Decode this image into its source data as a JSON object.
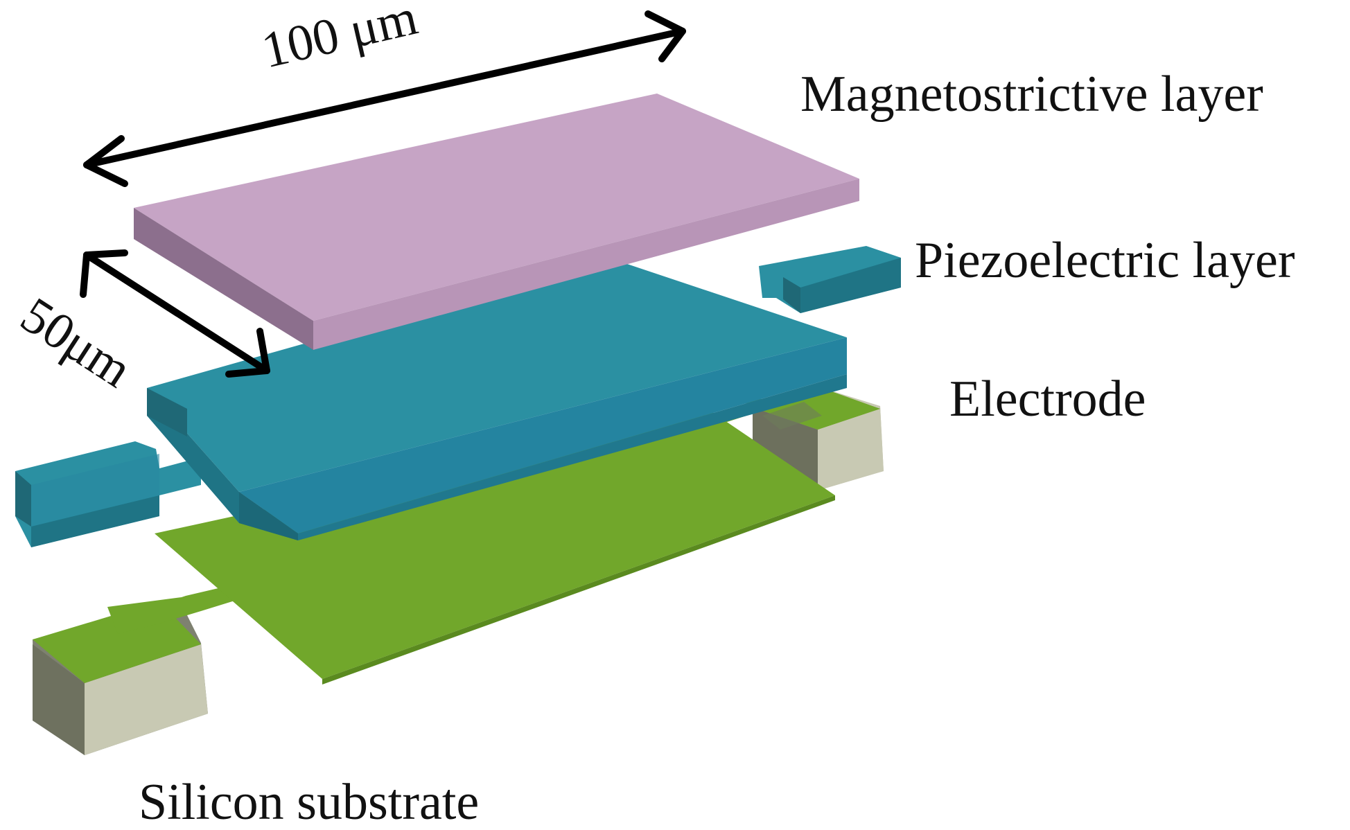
{
  "dimensions": {
    "length_label": "100 μm",
    "width_label": "50μm"
  },
  "labels": {
    "magnetostrictive": "Magnetostrictive layer",
    "piezoelectric": "Piezoelectric layer",
    "electrode": "Electrode",
    "substrate": "Silicon substrate"
  },
  "colors": {
    "magnetostrictive_top": "#c6a4c5",
    "piezoelectric_top": "#2b90a2",
    "electrode_top": "#71a72b",
    "substrate_side": "#c8c9b3",
    "arrow": "#000000"
  }
}
